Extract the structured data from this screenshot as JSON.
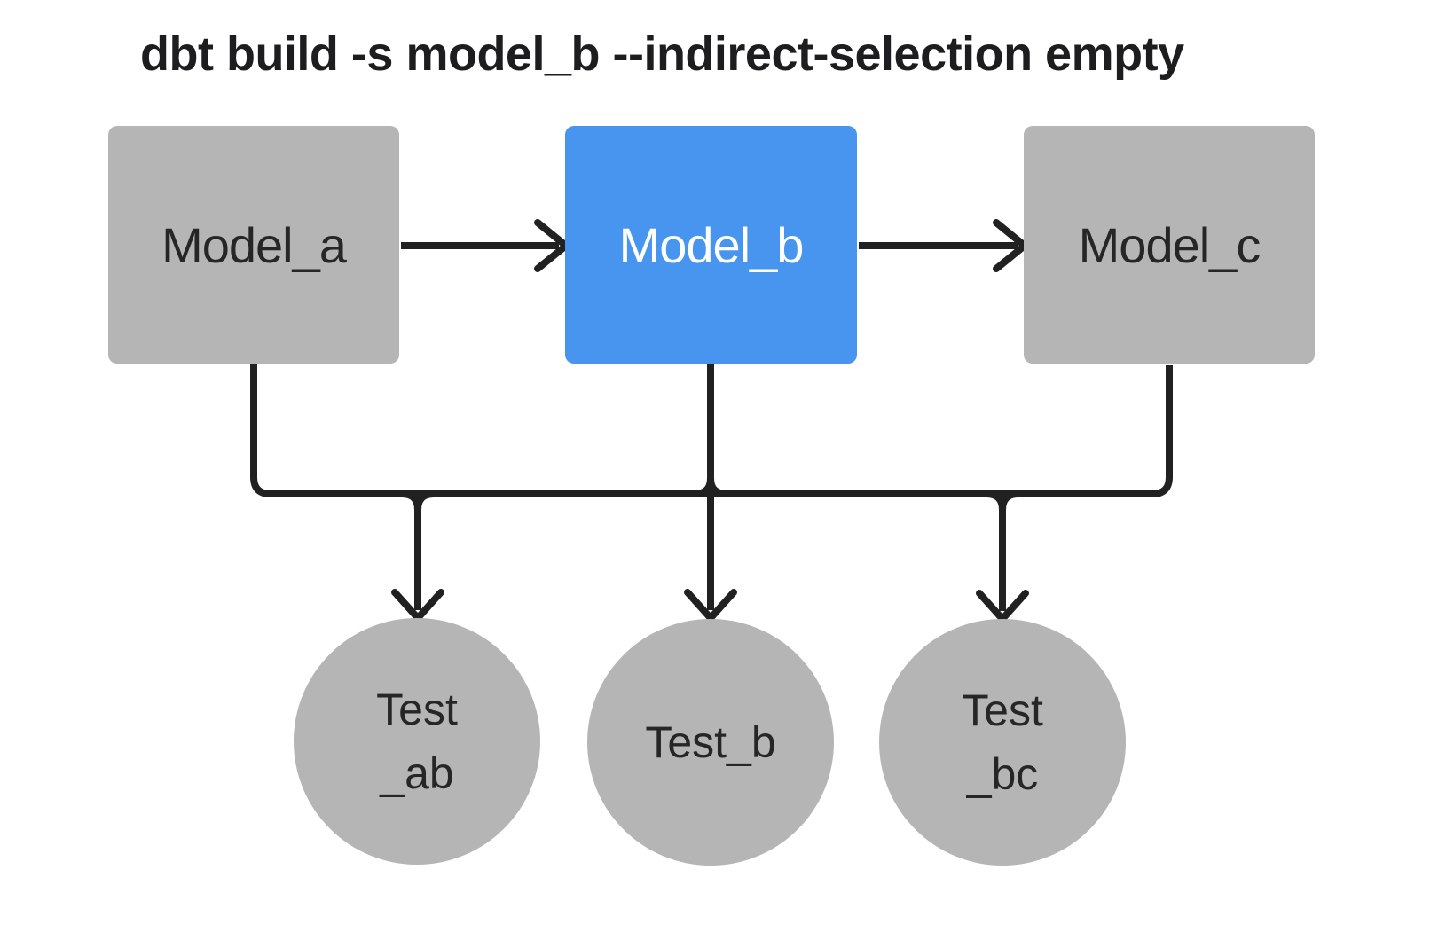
{
  "title": "dbt build -s model_b --indirect-selection empty",
  "colors": {
    "background": "#ffffff",
    "selected_node": "#4795ee",
    "default_node": "#b5b5b5",
    "edge": "#212121",
    "title_text": "#1d1d1f",
    "node_text_dark": "#262626",
    "node_text_light": "#ffffff"
  },
  "diagram": {
    "models": [
      {
        "id": "model_a",
        "label": "Model_a",
        "selected": false
      },
      {
        "id": "model_b",
        "label": "Model_b",
        "selected": true
      },
      {
        "id": "model_c",
        "label": "Model_c",
        "selected": false
      }
    ],
    "tests": [
      {
        "id": "test_ab",
        "lines": [
          "Test",
          "_ab"
        ]
      },
      {
        "id": "test_b",
        "lines": [
          "Test_b"
        ]
      },
      {
        "id": "test_bc",
        "lines": [
          "Test",
          "_bc"
        ]
      }
    ],
    "edges": [
      {
        "from": "model_a",
        "to": "model_b"
      },
      {
        "from": "model_b",
        "to": "model_c"
      },
      {
        "from": "model_a",
        "to": "test_ab"
      },
      {
        "from": "model_b",
        "to": "test_ab"
      },
      {
        "from": "model_b",
        "to": "test_b"
      },
      {
        "from": "model_b",
        "to": "test_bc"
      },
      {
        "from": "model_c",
        "to": "test_bc"
      }
    ]
  }
}
